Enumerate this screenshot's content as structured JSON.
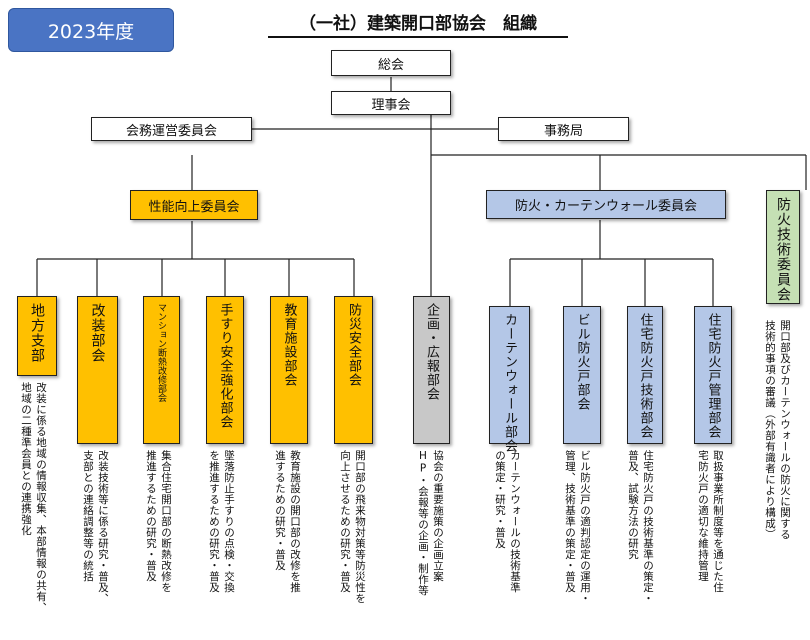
{
  "header": {
    "year": "2023年度",
    "title": "（一社）建築開口部協会　組織"
  },
  "top": {
    "general_meeting": "総会",
    "board": "理事会",
    "operations_committee": "会務運営委員会",
    "secretariat": "事務局"
  },
  "committees": {
    "performance": "性能向上委員会",
    "fire_curtainwall": "防火・カーテンウォール委員会",
    "fire_tech": "防火技術委員会"
  },
  "divisions": [
    {
      "name": "地方支部",
      "desc": [
        "改装に係る地域の情報収集、本部情報の共有、",
        "地域の二種準会員との連携強化"
      ]
    },
    {
      "name": "改装部会",
      "desc": [
        "改装技術等に係る研究・普及、",
        "支部との連絡調整等の統括"
      ]
    },
    {
      "name": "マンション断熱改修部会",
      "desc": [
        "集合住宅開口部の断熱改修を",
        "推進するための研究・普及"
      ]
    },
    {
      "name": "手すり安全強化部会",
      "desc": [
        "墜落防止手すりの点検・交換",
        "を推進するための研究・普及"
      ]
    },
    {
      "name": "教育施設部会",
      "desc": [
        "教育施設の開口部の改修を推",
        "進するための研究・普及"
      ]
    },
    {
      "name": "防災安全部会",
      "desc": [
        "開口部の飛来物対策等防災性を",
        "向上させるための研究・普及"
      ]
    },
    {
      "name": "企画・広報部会",
      "desc": [
        "協会の重要施策の企画立案",
        "HP・会報等の企画・制作等"
      ]
    },
    {
      "name": "カーテンウォール部会",
      "desc": [
        "カーテンウォールの技術基準",
        "の策定・研究・普及"
      ]
    },
    {
      "name": "ビル防火戸部会",
      "desc": [
        "ビル防火戸の適判認定の運用・",
        "管理、技術基準の策定・普及"
      ]
    },
    {
      "name": "住宅防火戸技術部会",
      "desc": [
        "住宅防火戸の技術基準の策定・",
        "普及、試験方法の研究"
      ]
    },
    {
      "name": "住宅防火戸管理部会",
      "desc": [
        "取扱事業所制度等を通じた住",
        "宅防火戸の適切な維持管理"
      ]
    }
  ],
  "fire_tech_desc": [
    "開口部及びカーテンウォールの防火に関する",
    "技術的事項の審議（外部有識者により構成）"
  ]
}
